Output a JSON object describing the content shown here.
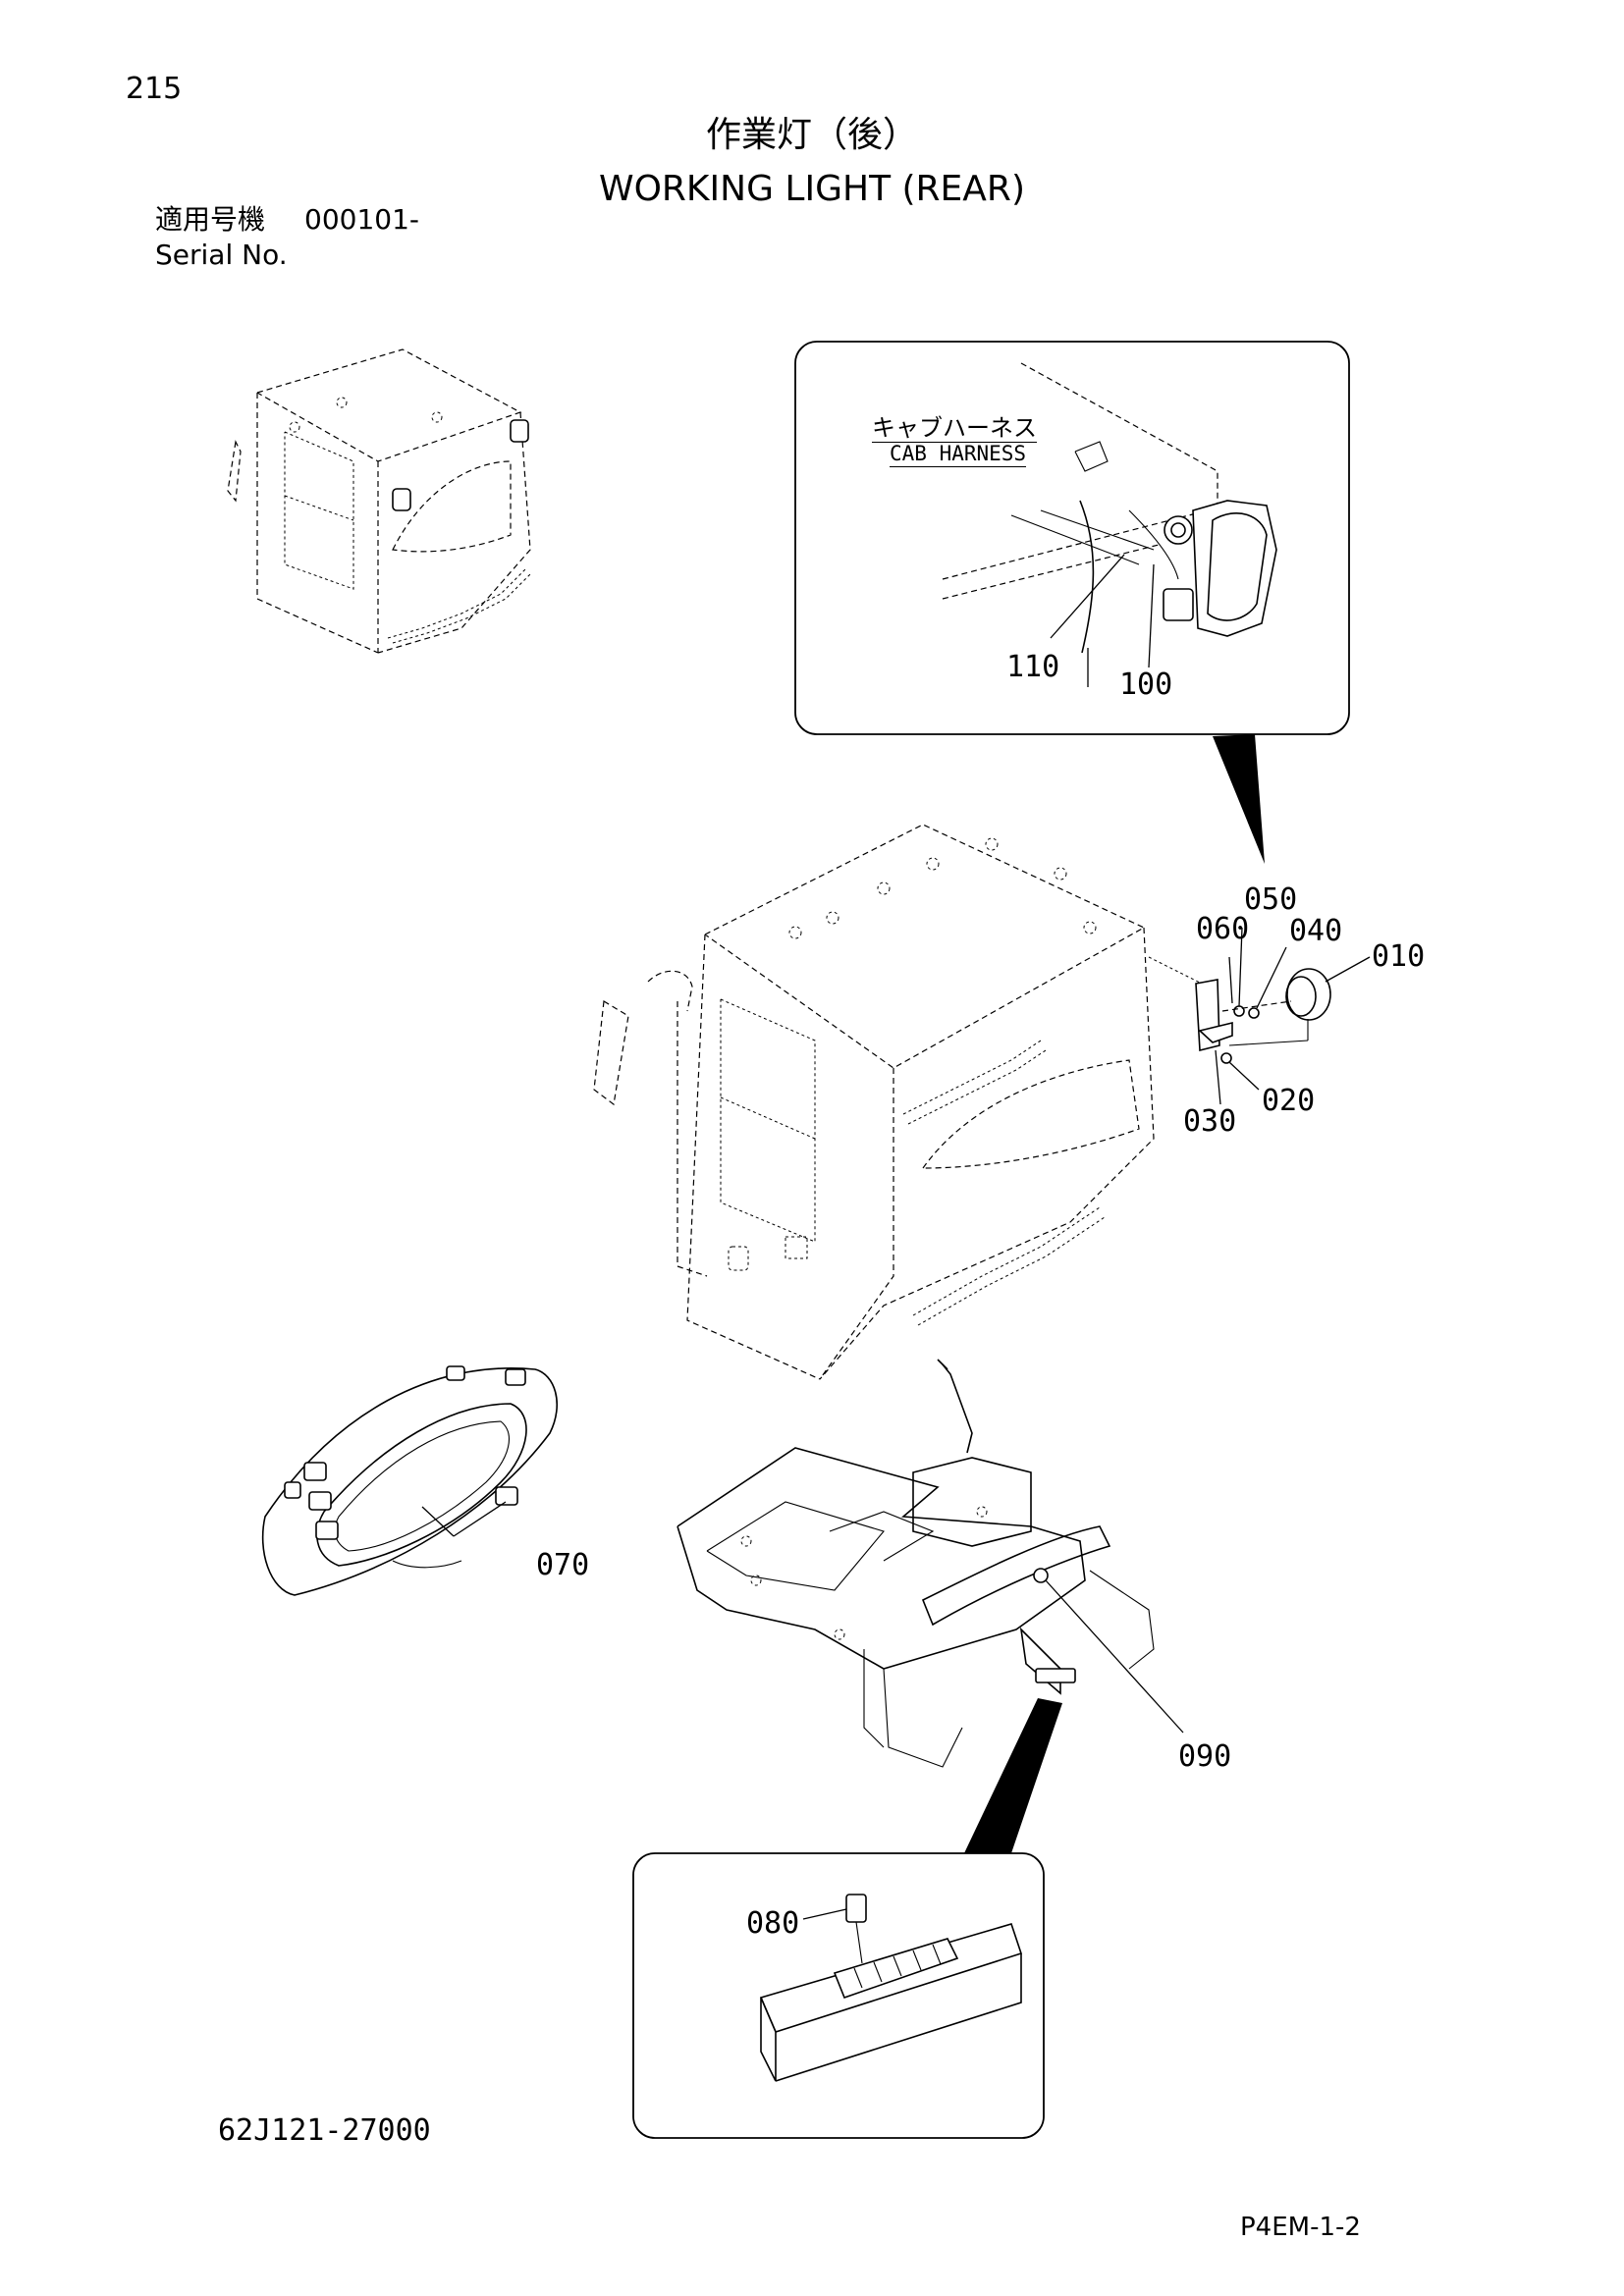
{
  "header": {
    "page_number": "215",
    "title_jp": "作業灯（後）",
    "title_en": "WORKING LIGHT (REAR)",
    "serial_label_jp": "適用号機",
    "serial_range": "000101-",
    "serial_label_en": "Serial No."
  },
  "detail_top": {
    "harness_jp": "キャブハーネス",
    "harness_en": "CAB HARNESS",
    "parts": [
      "110",
      "100"
    ]
  },
  "main": {
    "parts": [
      "050",
      "060",
      "040",
      "010",
      "030",
      "020",
      "070",
      "090"
    ]
  },
  "detail_bottom": {
    "parts": [
      "080"
    ]
  },
  "footer": {
    "drawing_code": "62J121-27000",
    "sheet_code": "P4EM-1-2"
  }
}
